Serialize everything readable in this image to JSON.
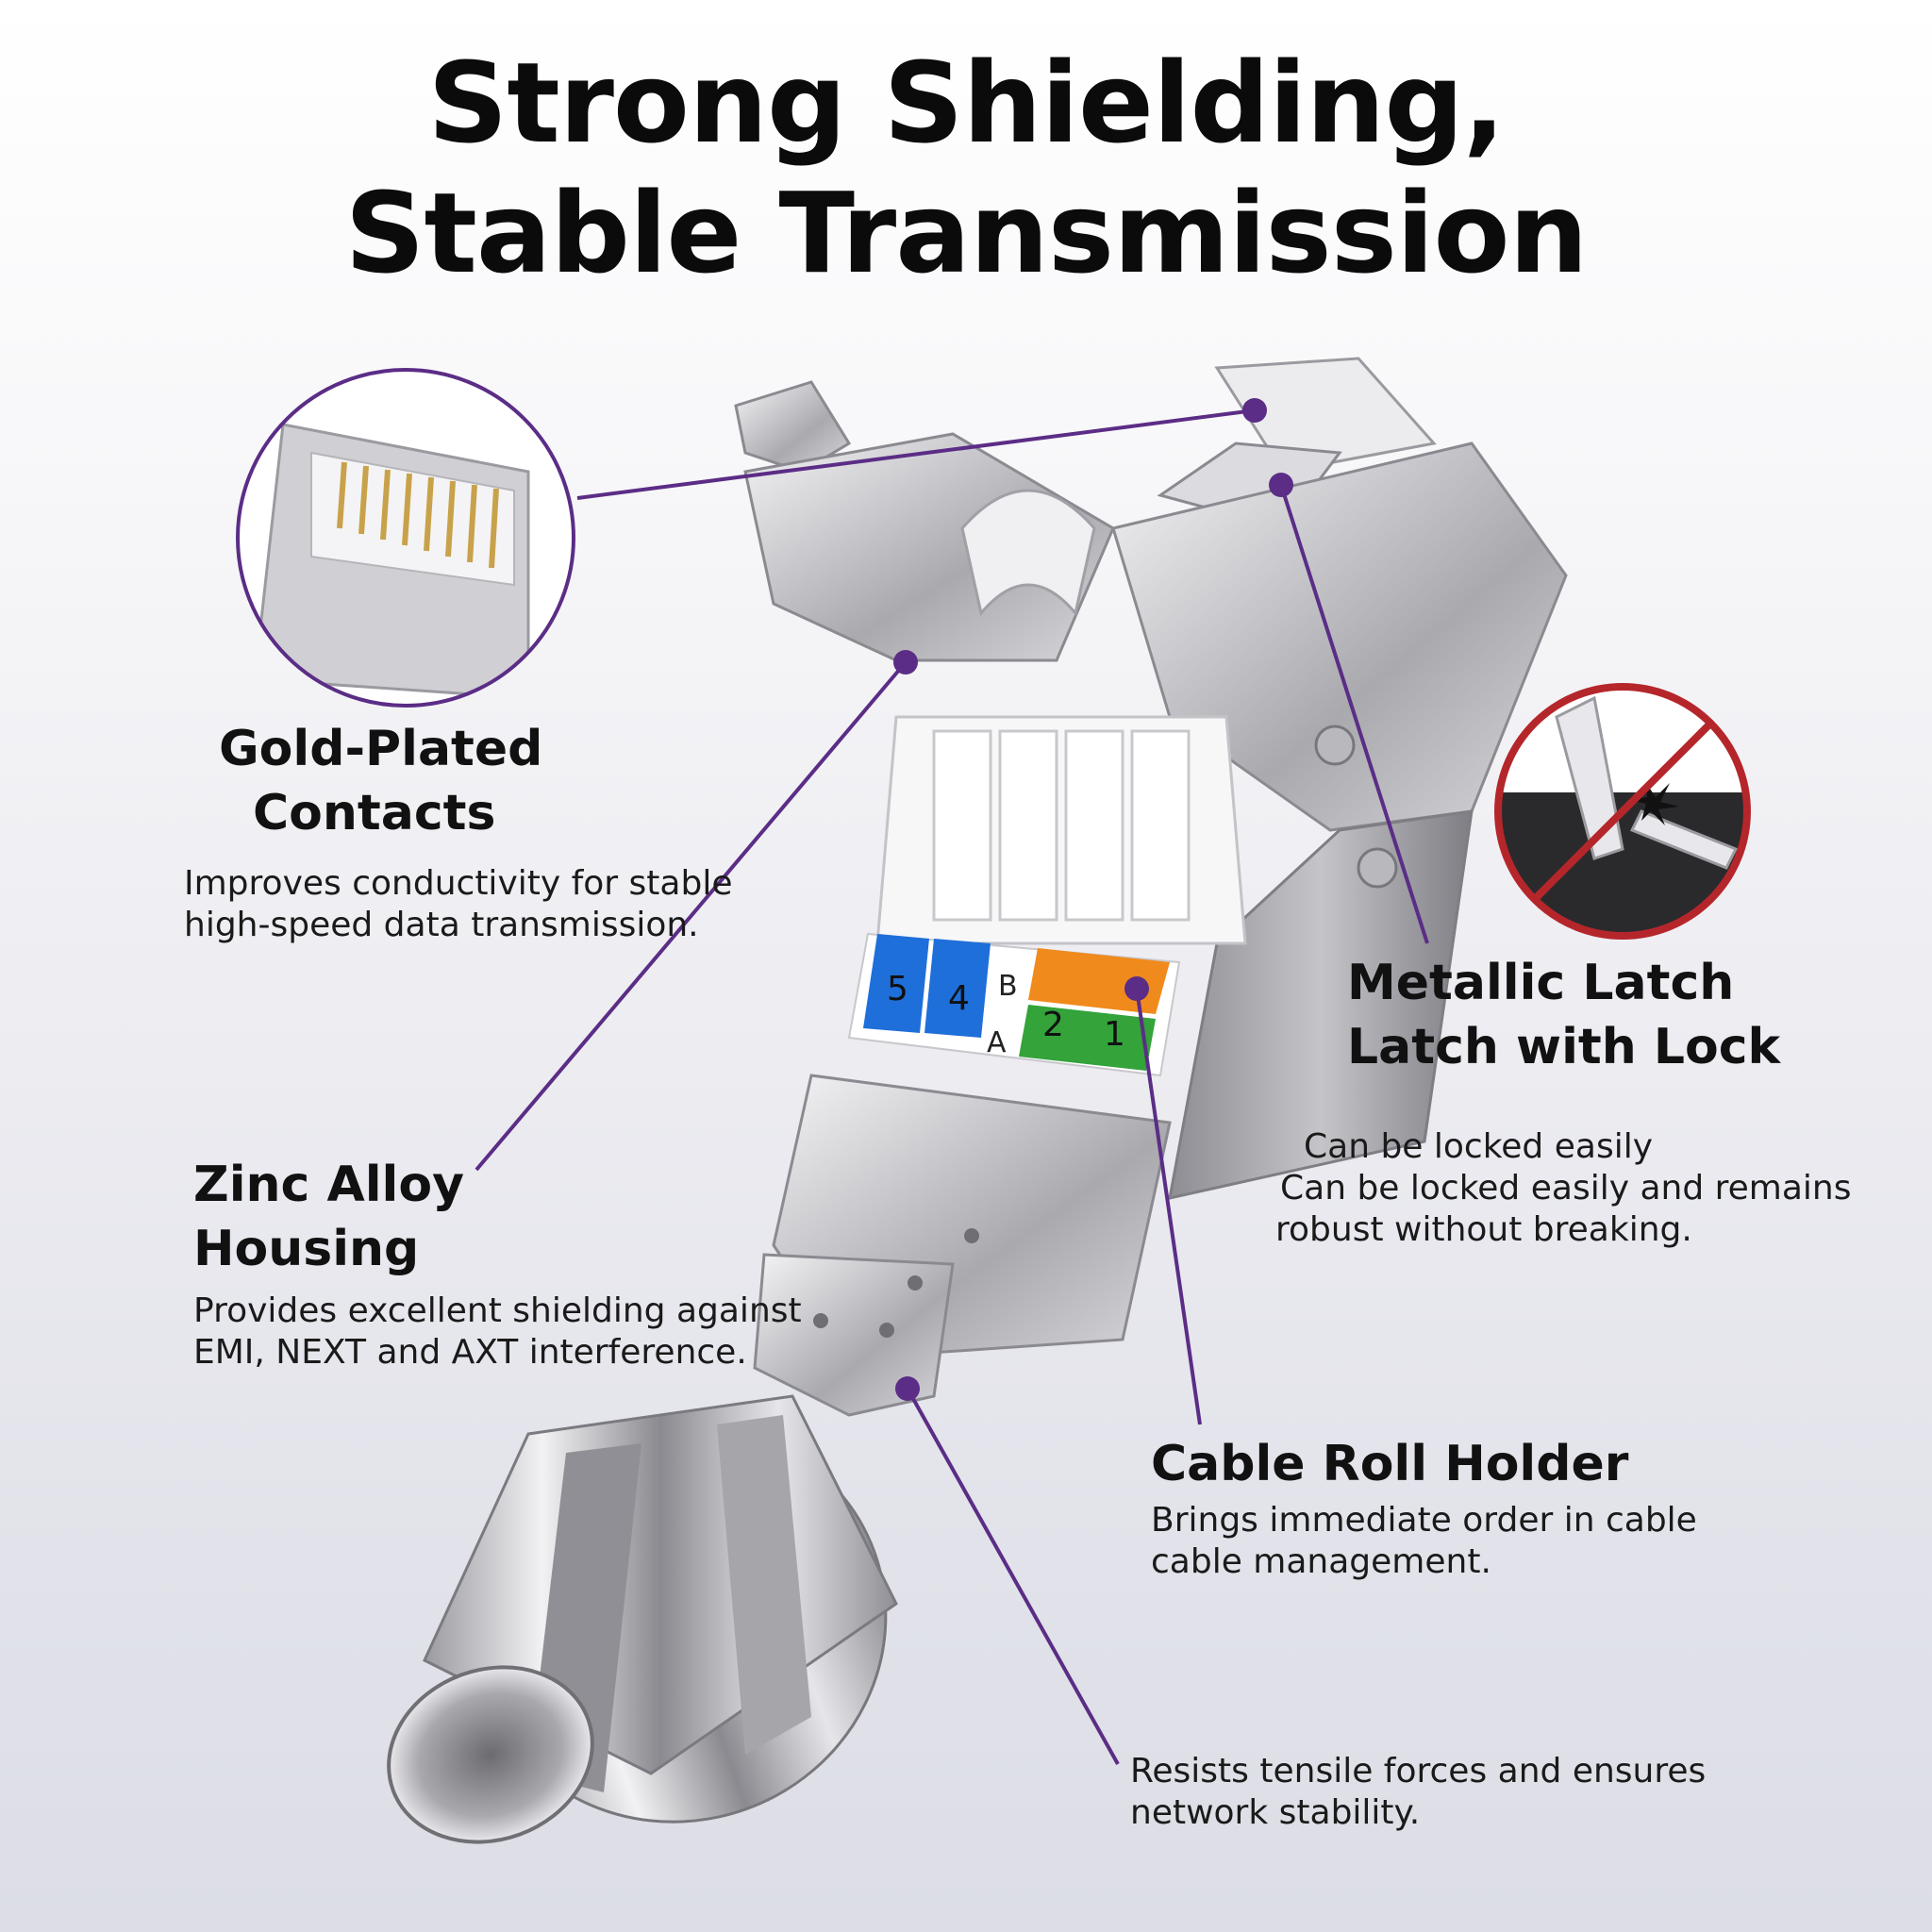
{
  "title": {
    "line1": "Strong Shielding,",
    "line2": "Stable Transmission"
  },
  "colors": {
    "leader_line": "#5b2d86",
    "prohibited_sign": "#b5262b",
    "wire_blue": "#1e6fd9",
    "wire_orange": "#f08a1c",
    "wire_green": "#33a33a"
  },
  "callouts": {
    "gold_plated": {
      "title_line1": "Gold-Plated",
      "title_line2": "Contacts",
      "body_line1": "Improves conductivity for stable",
      "body_line2": "high-speed data transmission."
    },
    "zinc_alloy": {
      "title_line1": "Zinc Alloy",
      "title_line2": "Housing",
      "body_line1": "Provides excellent shielding against",
      "body_line2": "EMI, NEXT and AXT interference."
    },
    "metallic_latch": {
      "title_line1": "Metallic Latch",
      "title_line2": "Latch with Lock",
      "body_line1": "Can be locked easily",
      "body_line2": "Can be locked easily and remains",
      "body_line3": "robust without breaking."
    },
    "cable_roll": {
      "title": "Cable Roll Holder",
      "body_line1": "Brings immediate order in cable",
      "body_line2": "cable management."
    },
    "tensile": {
      "body_line1": "Resists tensile forces and ensures",
      "body_line2": "network stability."
    }
  },
  "wire_labels": {
    "n5": "5",
    "n4": "4",
    "b": "B",
    "a": "A",
    "n2": "2",
    "n1": "1"
  },
  "icons": [
    "rj45-plug-closeup-icon",
    "broken-plastic-latch-prohibited-icon",
    "connector-illustration"
  ]
}
